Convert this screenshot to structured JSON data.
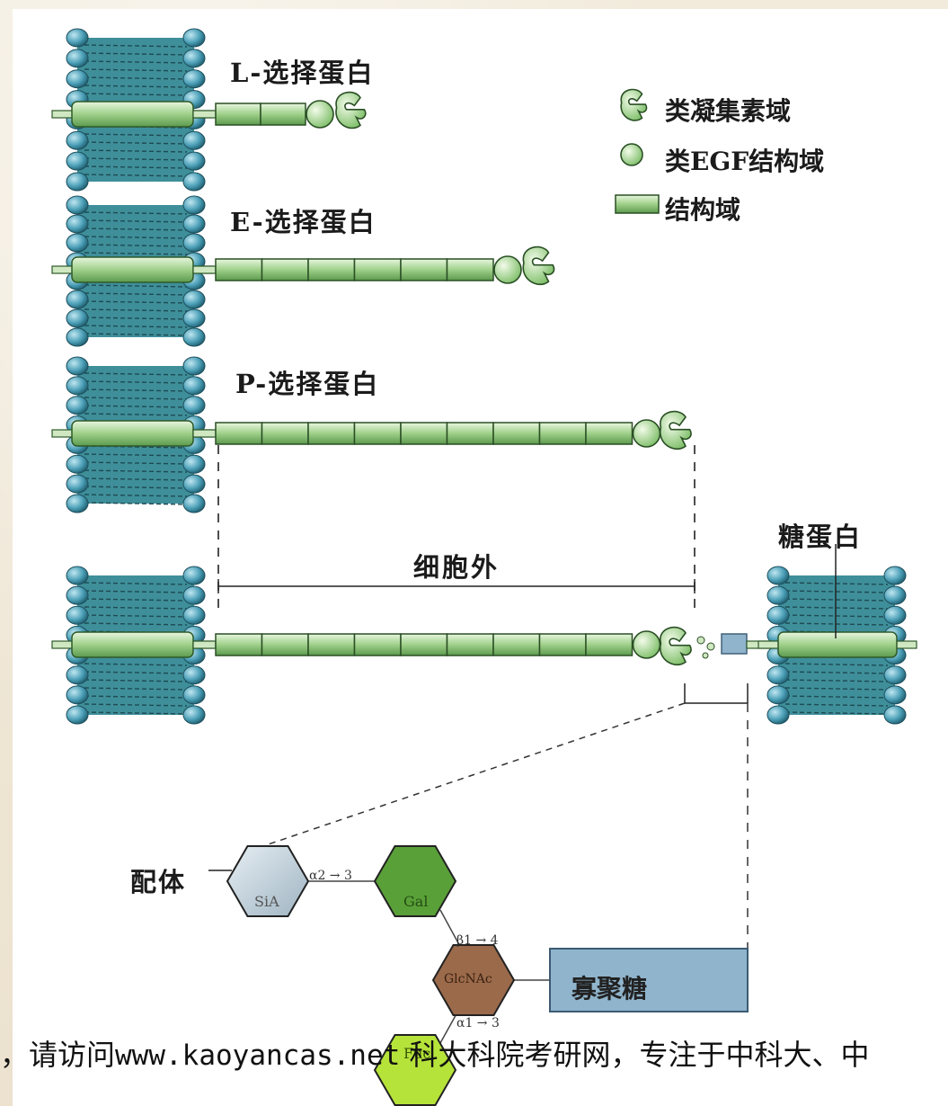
{
  "labels": {
    "l_selectin": "L-选择蛋白",
    "e_selectin": "E-选择蛋白",
    "p_selectin": "P-选择蛋白",
    "extracellular": "细胞外",
    "glycoprotein": "糖蛋白",
    "ligand": "配体",
    "oligosaccharide": "寡聚糖"
  },
  "legend": {
    "lectin_domain": "类凝集素域",
    "egf_domain": "类EGF结构域",
    "domain": "结构域"
  },
  "sugars": {
    "sia": "SiA",
    "gal": "Gal",
    "glcnac": "GlcNAc",
    "fuc": "Fuc"
  },
  "linkages": {
    "a23": "α2 → 3",
    "b14": "β1 → 4",
    "a13": "α1 → 3"
  },
  "footer": {
    "before": "，请访问",
    "url": "www.kaoyancas.net",
    "after": " 科大科院考研网，专注于中科大、中"
  },
  "colors": {
    "membrane_teal": "#3e8f9a",
    "domain_green": "#9fd08a",
    "sia": "#b8c9d3",
    "gal": "#5aa038",
    "glcnac": "#9b6a4a",
    "fuc": "#b6e33a",
    "oligo_box": "#8fb4cc"
  }
}
